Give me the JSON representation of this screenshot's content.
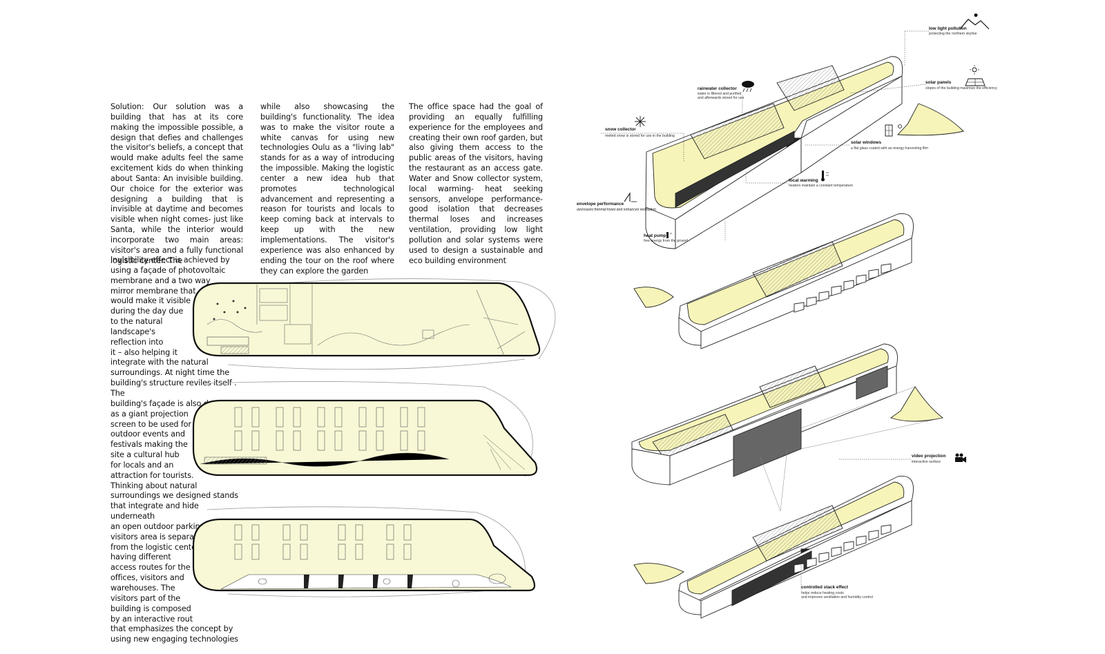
{
  "text": {
    "col1_top": "Solution: Our solution was a building that has at its core making the impossible possible, a design that defies and challenges the visitor's beliefs, a concept that would make adults feel the same excitement kids do when thinking about Santa: An invisible building. Our choice for the exterior was designing a building that is invisible at daytime and becomes visible when night comes- just like Santa, while the interior would incorporate two main areas: visitor's area and a fully functional logistic center. The",
    "col1_lines": [
      "invisibility effect is achieved by",
      "using a façade of photovoltaic",
      "membrane and a two way",
      "mirror membrane that",
      "would make it visible",
      "during the day due",
      "to the natural",
      "landscape's",
      "reflection into",
      "it – also helping it",
      "integrate with the natural",
      "surroundings. At night time the",
      "building's structure reviles itself . The",
      "building's façade is also designed",
      "as a giant projection",
      "screen to be used for",
      "outdoor events and",
      "festivals making the",
      "site a cultural hub",
      "for locals and an",
      "attraction for tourists.",
      "Thinking about natural",
      "surroundings we designed stands",
      "that integrate and hide underneath",
      "an open outdoor parking .The",
      "visitors area is separated",
      "from the logistic center",
      "having different",
      "access routes for the",
      "offices, visitors and",
      "warehouses. The",
      "visitors part of the",
      "building is composed",
      "by an interactive rout",
      "that emphasizes the concept by",
      "using new engaging technologies"
    ],
    "col2": "while also showcasing the building's functionality. The idea was to make the visitor route a white canvas for using new technologies Oulu as a \"living lab\" stands for as a way of introducing the impossible. Making the logistic center a new idea hub that promotes technological advancement and representing a reason for tourists and locals to keep coming back at intervals to keep up with the new implementations. The visitor's experience was also enhanced by ending the tour on the roof where they can explore the garden",
    "col3": "The office space had the goal of providing an equally fulfilling experience for the employees and creating their own roof garden, but also giving them access to the public areas of the visitors, having the restaurant as an access gate. Water and Snow collector system, local warming- heat seeking sensors, anvelope performance- good isolation that decreases thermal loses and increases ventilation, providing low light pollution and solar systems were used to design a sustainable and eco building environment"
  },
  "annotations": {
    "low_light_title": "low light pollution",
    "low_light_sub": "protecting the northern skyline",
    "rain_title": "rainwater collector",
    "rain_sub1": "water is filtered and purified",
    "rain_sub2": "and afterwards stored for use",
    "solar_title": "solar panels",
    "solar_sub": "slopes of the building maximize the efficiency",
    "snow_title": "snow collector",
    "snow_sub": "melted snow is stored for use in the building",
    "windows_title": "solar windows",
    "windows_sub": "a flat glass coated with an energy harvesting film",
    "warming_title": "local warming",
    "warming_sub": "heaters maintain a constant temperature",
    "envelope_title": "envelope performance",
    "envelope_sub": "decreases thermal loses and enhances ventilation",
    "heatpump_title": "heat pump",
    "heatpump_sub": "free energy from the ground",
    "video_title": "video projection",
    "video_sub": "interactive surface",
    "stack_title": "controlled stack effect",
    "stack_sub1": "helps reduce heating costs",
    "stack_sub2": "and improves ventilation and humidity control"
  },
  "colors": {
    "floor_fill": "#f8f8d6",
    "yellow_roof": "#f6f4b8",
    "line": "#222222"
  }
}
